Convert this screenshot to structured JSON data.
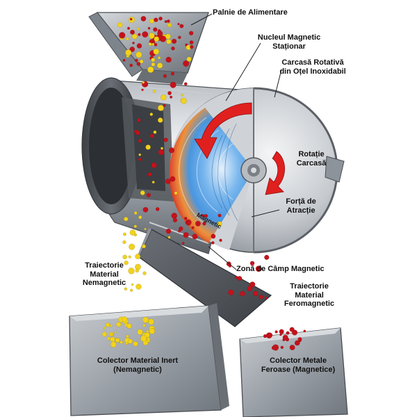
{
  "labels": {
    "hopper": "Palnie de Alimentare",
    "core": [
      "Nucleul Magnetic",
      "Staționar"
    ],
    "shell": [
      "Carcasă Rotativă",
      "din Oțel Inoxidabil"
    ],
    "rotation": [
      "Rotație",
      "Carcasă"
    ],
    "force": [
      "Forță de",
      "Atracție"
    ],
    "magnetic": "Magnetic",
    "field_zone": "Zonă de Câmp Magnetic",
    "nonmag_traj": [
      "Traiectorie",
      "Material",
      "Nemagnetic"
    ],
    "ferro_traj": [
      "Traiectorie",
      "Material",
      "Feromagnetic"
    ],
    "bin_inert": [
      "Colector Material Inert",
      "(Nemagnetic)"
    ],
    "bin_ferrous": [
      "Colector Metale",
      "Feroase (Magnetice)"
    ]
  },
  "colors": {
    "steel_dark": "#5c6066",
    "steel_mid": "#9aa0a7",
    "steel_light": "#d9dcdf",
    "arrow_red": "#e0201e",
    "ferrous_red": "#c4121b",
    "nonferrous_yellow": "#f2d21b",
    "field_blue": "#3a8fe0",
    "field_orange": "#f08a2a"
  }
}
